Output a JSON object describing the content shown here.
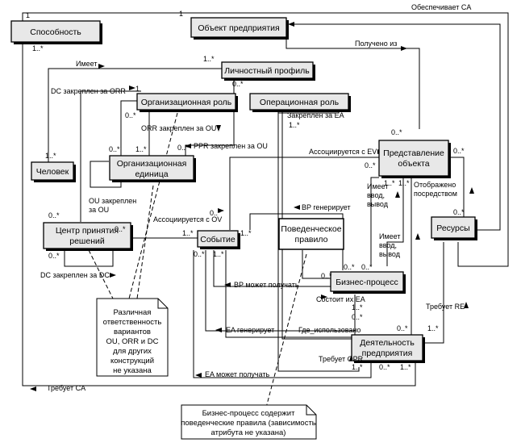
{
  "entities": {
    "capability": "Способность",
    "enterprise_object": "Объект предприятия",
    "personal_profile": "Личностный профиль",
    "organizational_role": "Организационная роль",
    "operational_role": "Операционная роль",
    "person": "Человек",
    "org_unit_1": "Организационная",
    "org_unit_2": "единица",
    "object_view_1": "Представление",
    "object_view_2": "объекта",
    "decision_center_1": "Центр принятия",
    "decision_center_2": "решений",
    "event": "Событие",
    "behavior_rule_1": "Поведенческое",
    "behavior_rule_2": "правило",
    "resources": "Ресурсы",
    "business_process": "Бизнес-процесс",
    "enterprise_activity_1": "Деятельность",
    "enterprise_activity_2": "предприятия"
  },
  "relations": {
    "provides_ca": "Обеспечивает CA",
    "obtained_from": "Получено из",
    "has": "Имеет",
    "dc_assigned_orr": "DC закреплен за ORR",
    "orr_assigned_ou": "ORR закреплен за OU",
    "ppr_assigned_ou": "PPR закреплен за OU",
    "assigned_ea": "Закреплен за EA",
    "associated_ev": "Ассоциируется с EV",
    "displayed_by_1": "Отображено",
    "displayed_by_2": "посредством",
    "has_io_1_a": "Имеет",
    "has_io_1_b": "ввод,",
    "has_io_1_c": "вывод",
    "ou_assigned_ou_1": "OU закреплен",
    "ou_assigned_ou_2": "за OU",
    "bp_generates": "BP генерирует",
    "associated_ov": "Ассоциируется с OV",
    "has_io_2_a": "Имеет",
    "has_io_2_b": "ввод,",
    "has_io_2_c": "вывод",
    "dc_assigned_dc": "DC закреплен за DC",
    "bp_may_receive": "BP может получать",
    "consists_of_ea": "Состоит их EA",
    "requires_re": "Требует RE",
    "ea_generates": "EA генерирует",
    "where_used": "Где_использовано",
    "requires_opr": "Требует OPR",
    "ea_may_receive": "EA может получать",
    "requires_ca": "Требует CA"
  },
  "multiplicities": {
    "one": "1",
    "one_many": "1..*",
    "zero_many": "0..*"
  },
  "notes": {
    "responsibility": [
      "Различная",
      "ответственность",
      "вариантов",
      "OU, ORR и DC",
      "для других",
      "конструкций",
      "не указана"
    ],
    "business_process": [
      "Бизнес-процесс содержит",
      "поведенческие правила (зависимость",
      "атрибута не указана)"
    ]
  }
}
